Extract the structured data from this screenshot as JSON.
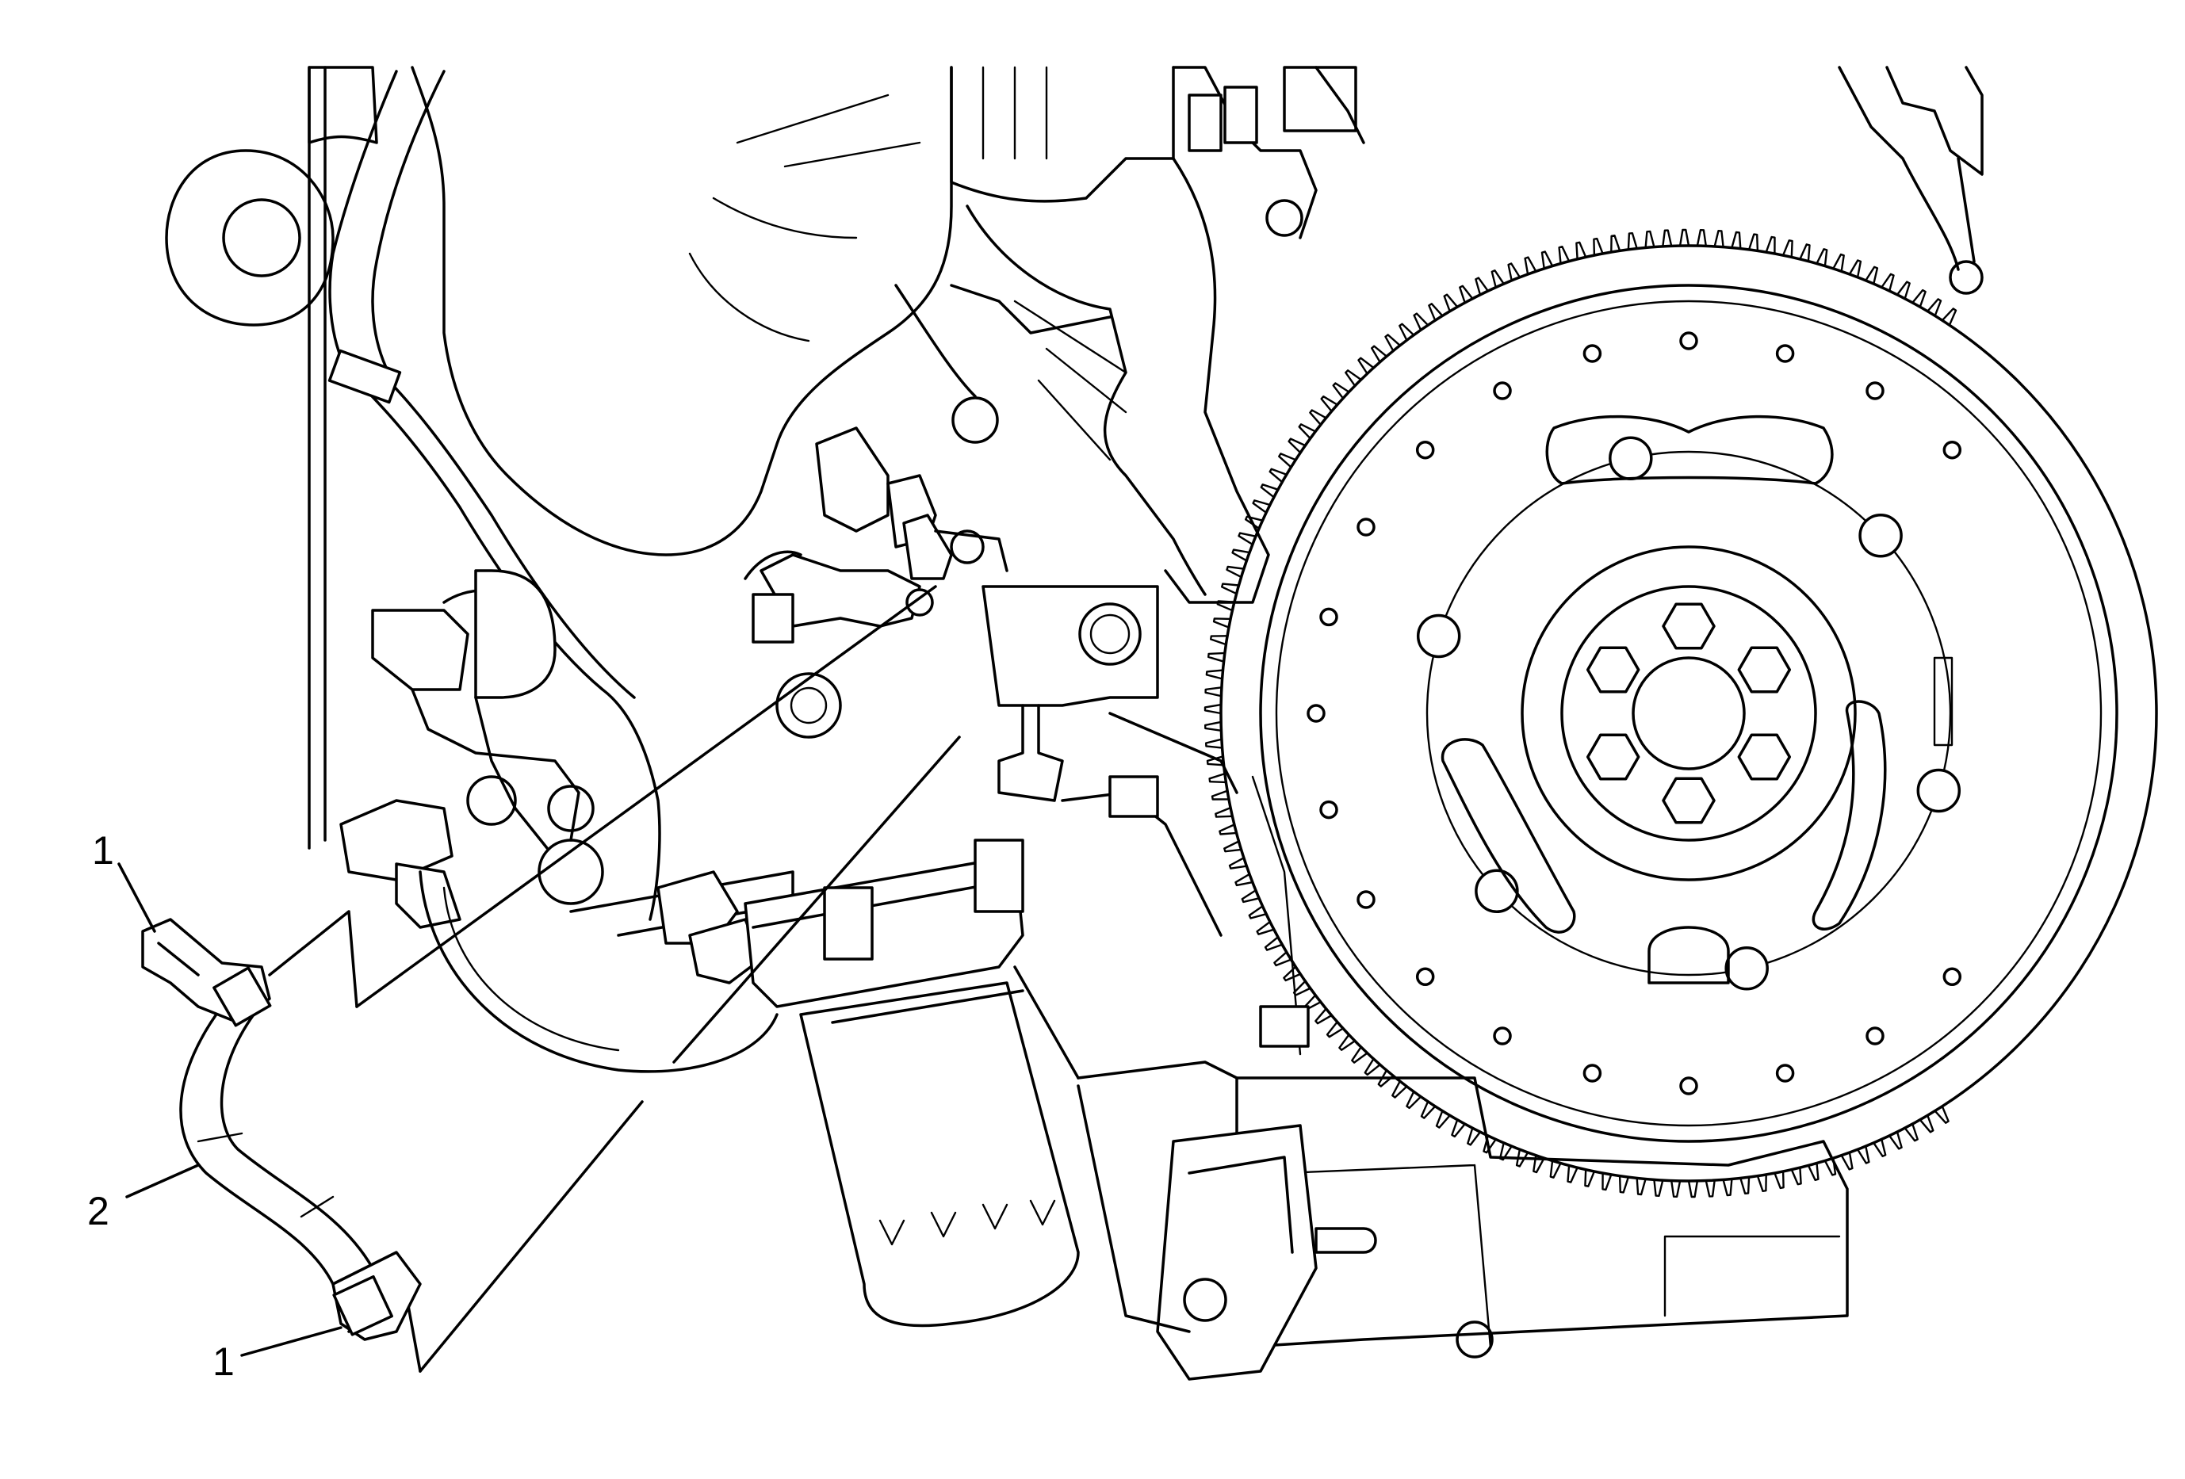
{
  "diagram": {
    "callouts": [
      {
        "id": "c1-top",
        "label": "1"
      },
      {
        "id": "c2",
        "label": "2"
      },
      {
        "id": "c1-bottom",
        "label": "1"
      }
    ]
  }
}
